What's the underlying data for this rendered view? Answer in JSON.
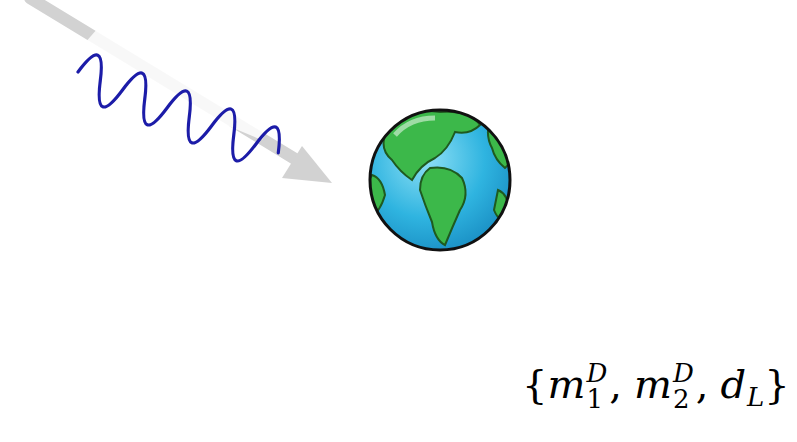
{
  "diagram": {
    "labels": [
      "{",
      "m",
      "1",
      "D",
      ",",
      "m",
      "2",
      "D",
      ",",
      "d",
      "L",
      "}"
    ]
  }
}
